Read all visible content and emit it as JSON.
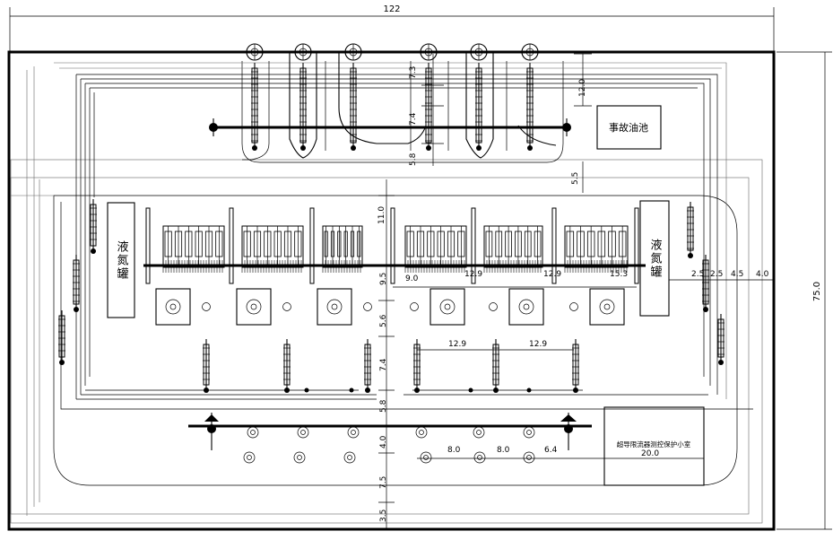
{
  "overall_width": "122",
  "overall_height": "75.0",
  "rooms": {
    "oil_pool": "事故油池",
    "tank_left": "液氮罐",
    "tank_right": "液氮罐",
    "protection_room": "超导限流器测控保护小室"
  },
  "dimensions": {
    "d_7_3": "7.3",
    "d_7_4_top": "7.4",
    "d_5_8_top": "5.8",
    "d_12_0": "12.0",
    "d_5_5": "5.5",
    "d_11_0": "11.0",
    "d_9_5": "9.5",
    "d_9_0": "9.0",
    "d_12_9_a": "12.9",
    "d_12_9_b": "12.9",
    "d_15_3": "15.3",
    "d_2_5_a": "2.5",
    "d_2_5_b": "2.5",
    "d_4_5": "4.5",
    "d_4_0_right": "4.0",
    "d_5_6": "5.6",
    "d_7_4_mid": "7.4",
    "d_12_9_c": "12.9",
    "d_12_9_d": "12.9",
    "d_5_8_bot": "5.8",
    "d_4_0_bot": "4.0",
    "d_8_0_a": "8.0",
    "d_8_0_b": "8.0",
    "d_6_4": "6.4",
    "d_20_0": "20.0",
    "d_7_5": "7.5",
    "d_3_5": "3.5"
  }
}
